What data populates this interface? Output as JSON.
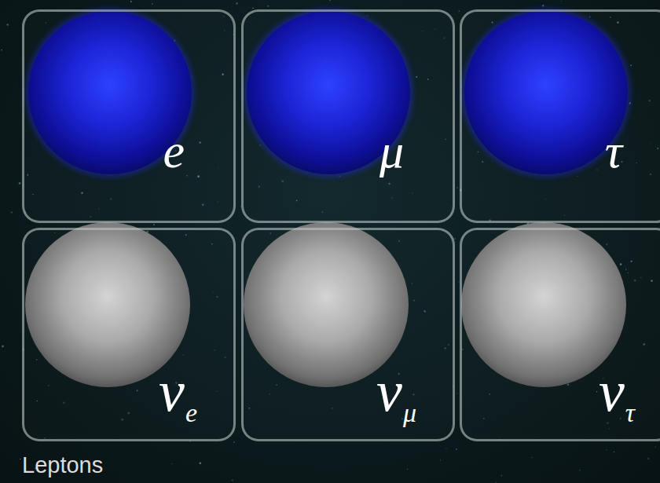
{
  "diagram": {
    "nodes": [
      {
        "text": [
          "e"
        ]
      },
      {
        "text": [
          "μ"
        ]
      },
      {
        "text": [
          "τ"
        ]
      },
      {
        "text": [
          "ν",
          "e"
        ]
      },
      {
        "text": [
          "ν",
          "μ"
        ]
      },
      {
        "text": [
          "ν",
          "τ"
        ]
      }
    ],
    "labels": [
      "Leptons"
    ]
  }
}
